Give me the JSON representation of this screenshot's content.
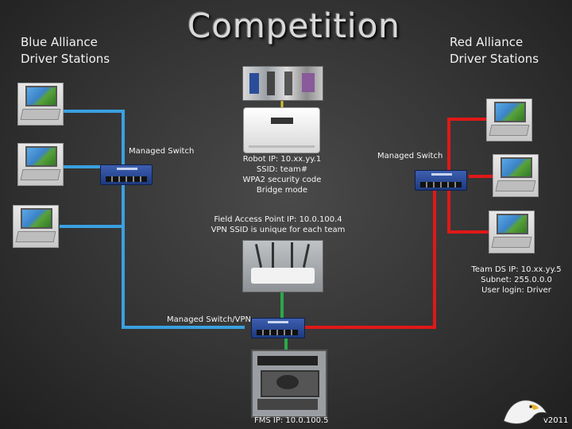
{
  "title": "Competition",
  "blue_alliance": {
    "label_line1": "Blue Alliance",
    "label_line2": "Driver Stations"
  },
  "red_alliance": {
    "label_line1": "Red Alliance",
    "label_line2": "Driver Stations"
  },
  "switches": {
    "left": "Managed Switch",
    "right": "Managed Switch",
    "bottom": "Managed Switch/VPN"
  },
  "robot": {
    "lines": [
      "Robot IP: 10.xx.yy.1",
      "SSID: team#",
      "WPA2 security code",
      "Bridge mode"
    ]
  },
  "access_point": {
    "lines": [
      "Field Access Point IP: 10.0.100.4",
      "VPN SSID is unique for each team"
    ]
  },
  "team_ds": {
    "lines": [
      "Team DS IP: 10.xx.yy.5",
      "Subnet: 255.0.0.0",
      "User login: Driver"
    ]
  },
  "fms": {
    "label": "FMS IP: 10.0.100.5"
  },
  "version": "v2011",
  "colors": {
    "blue_link": "#3aa0e0",
    "red_link": "#e01818",
    "green_link": "#2aa84a",
    "yellow_link": "#d4c430"
  }
}
